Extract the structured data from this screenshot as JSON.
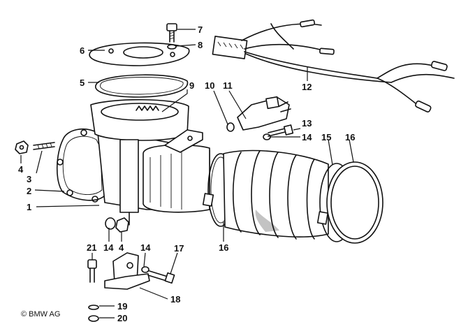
{
  "copyright": "© BMW AG",
  "callouts": [
    {
      "id": "c7",
      "label": "7"
    },
    {
      "id": "c6",
      "label": "6"
    },
    {
      "id": "c8",
      "label": "8"
    },
    {
      "id": "c5",
      "label": "5"
    },
    {
      "id": "c9",
      "label": "9"
    },
    {
      "id": "c10",
      "label": "10"
    },
    {
      "id": "c11",
      "label": "11"
    },
    {
      "id": "c12",
      "label": "12"
    },
    {
      "id": "c13",
      "label": "13"
    },
    {
      "id": "c14a",
      "label": "14"
    },
    {
      "id": "c15",
      "label": "15"
    },
    {
      "id": "c16a",
      "label": "16"
    },
    {
      "id": "c4a",
      "label": "4"
    },
    {
      "id": "c3",
      "label": "3"
    },
    {
      "id": "c2",
      "label": "2"
    },
    {
      "id": "c1",
      "label": "1"
    },
    {
      "id": "c14b",
      "label": "14"
    },
    {
      "id": "c4b",
      "label": "4"
    },
    {
      "id": "c16b",
      "label": "16"
    },
    {
      "id": "c21",
      "label": "21"
    },
    {
      "id": "c14c",
      "label": "14"
    },
    {
      "id": "c17",
      "label": "17"
    },
    {
      "id": "c18",
      "label": "18"
    },
    {
      "id": "c19",
      "label": "19"
    },
    {
      "id": "c20",
      "label": "20"
    }
  ]
}
